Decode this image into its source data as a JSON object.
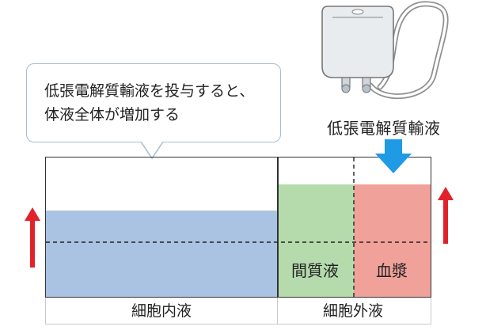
{
  "callout": {
    "line1": "低張電解質輸液を投与すると、",
    "line2": "体液全体が増加する"
  },
  "infusion": {
    "label": "低張電解質輸液"
  },
  "compartments": {
    "isf_label": "間質液",
    "plasma_label": "血漿",
    "icf_row_label": "細胞内液",
    "ecf_row_label": "細胞外液"
  },
  "colors": {
    "icf_fill": "#abc3e3",
    "isf_fill": "#b5dbad",
    "plasma_fill": "#f0a29a",
    "increase_arrow": "#e1222b",
    "inflow_arrow": "#1f9ae4",
    "outline": "#333333"
  },
  "icons": {
    "increase": "red-up-arrow-icon",
    "inflow": "blue-down-arrow-icon",
    "iv_bag": "iv-bag-icon"
  }
}
